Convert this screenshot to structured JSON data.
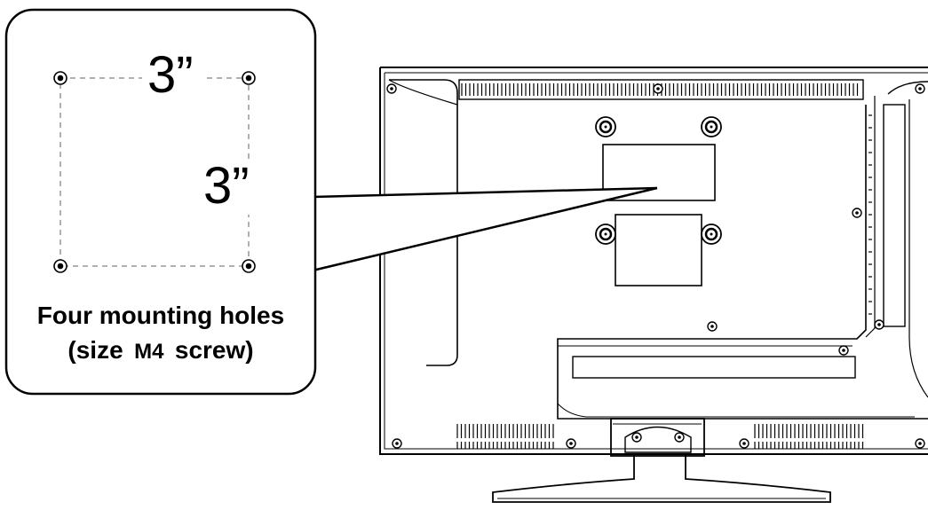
{
  "callout": {
    "dim_horizontal": "3”",
    "dim_vertical": "3”",
    "caption_line1": "Four mounting holes",
    "caption_line2_prefix": "(size",
    "caption_screw_size": "M4",
    "caption_line2_suffix": "screw)"
  },
  "icons": {
    "mounting_hole": "mounting-hole-icon",
    "screw": "screw-icon"
  },
  "colors": {
    "line": "#000000",
    "dashed": "#b0b0b0",
    "background": "#ffffff"
  }
}
